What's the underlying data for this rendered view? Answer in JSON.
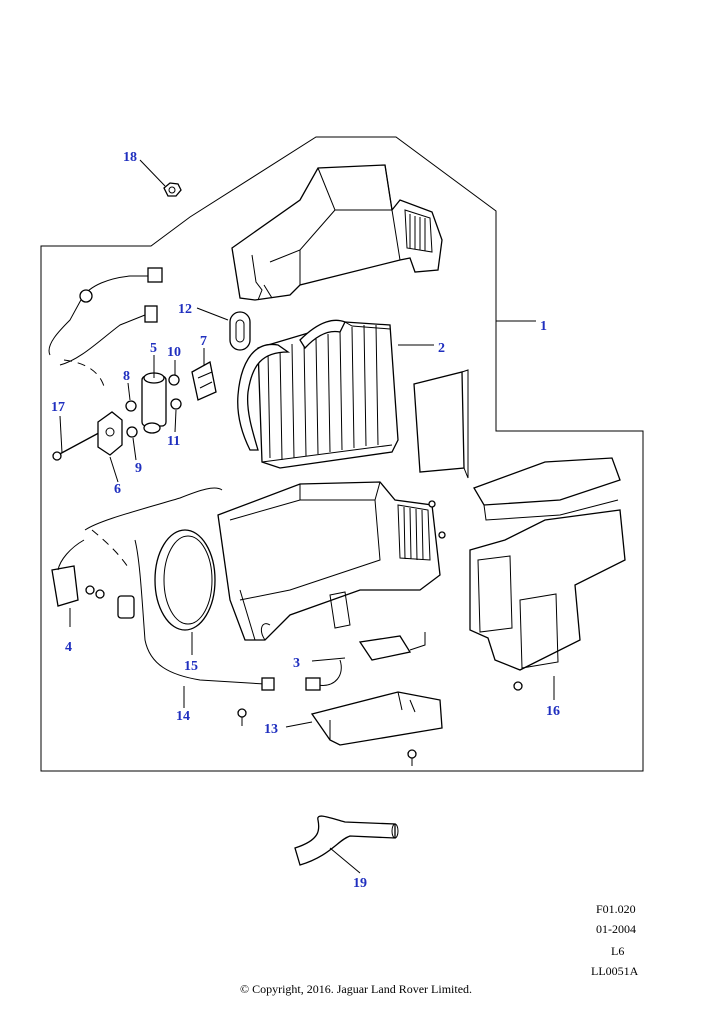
{
  "callouts": [
    {
      "num": "1"
    },
    {
      "num": "2"
    },
    {
      "num": "3"
    },
    {
      "num": "4"
    },
    {
      "num": "5"
    },
    {
      "num": "6"
    },
    {
      "num": "7"
    },
    {
      "num": "8"
    },
    {
      "num": "9"
    },
    {
      "num": "10"
    },
    {
      "num": "11"
    },
    {
      "num": "12"
    },
    {
      "num": "13"
    },
    {
      "num": "14"
    },
    {
      "num": "15"
    },
    {
      "num": "16"
    },
    {
      "num": "17"
    },
    {
      "num": "18"
    },
    {
      "num": "19"
    }
  ],
  "metadata": {
    "figure": "F01.020",
    "date": "01-2004",
    "engine": "L6",
    "illustration": "LL0051A"
  },
  "copyright": "© Copyright, 2016. Jaguar Land Rover Limited.",
  "colors": {
    "callout": "#1f2fbf",
    "line": "#000000"
  }
}
